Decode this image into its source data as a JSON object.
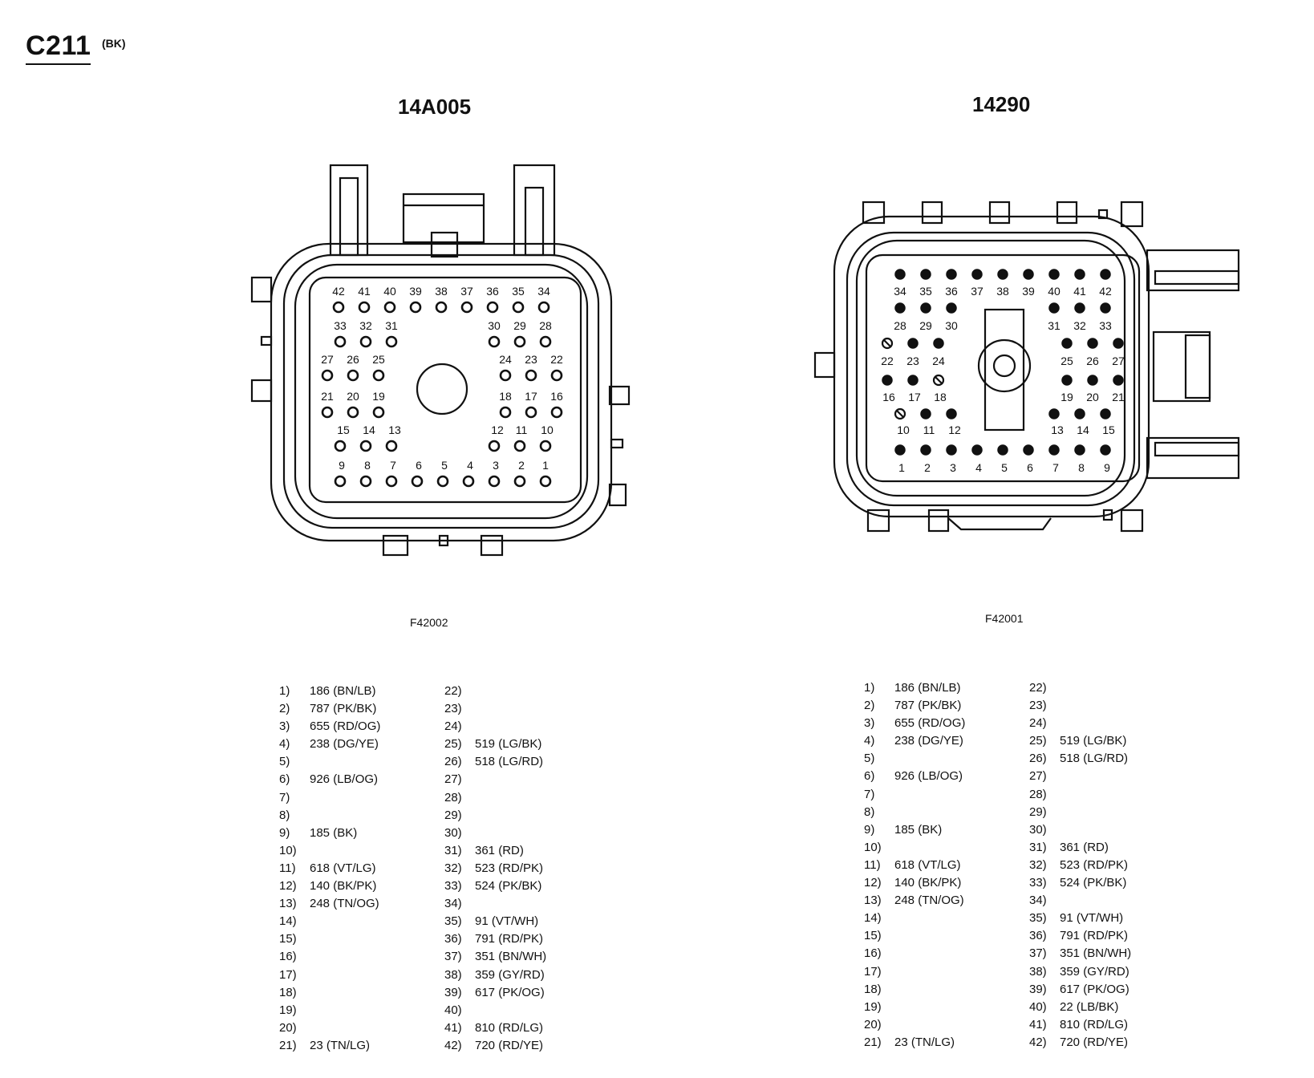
{
  "header": {
    "title": "C211",
    "color_code": "(BK)"
  },
  "connectors": [
    {
      "id": "14A005",
      "figure": "F42002",
      "pin_numbers": [
        "1",
        "2",
        "3",
        "4",
        "5",
        "6",
        "7",
        "8",
        "9",
        "10",
        "11",
        "12",
        "13",
        "14",
        "15",
        "16",
        "17",
        "18",
        "19",
        "20",
        "21",
        "22",
        "23",
        "24",
        "25",
        "26",
        "27",
        "28",
        "29",
        "30",
        "31",
        "32",
        "33",
        "34",
        "35",
        "36",
        "37",
        "38",
        "39",
        "40",
        "41",
        "42"
      ],
      "pins": [
        "186 (BN/LB)",
        "787 (PK/BK)",
        "655 (RD/OG)",
        "238 (DG/YE)",
        "",
        "926 (LB/OG)",
        "",
        "",
        "185 (BK)",
        "",
        "618 (VT/LG)",
        "140 (BK/PK)",
        "248 (TN/OG)",
        "",
        "",
        "",
        "",
        "",
        "",
        "",
        "23 (TN/LG)",
        "",
        "",
        "",
        "519 (LG/BK)",
        "518 (LG/RD)",
        "",
        "",
        "",
        "",
        "361 (RD)",
        "523 (RD/PK)",
        "524 (PK/BK)",
        "",
        "91 (VT/WH)",
        "791 (RD/PK)",
        "351 (BN/WH)",
        "359 (GY/RD)",
        "617 (PK/OG)",
        "",
        "810 (RD/LG)",
        "720 (RD/YE)"
      ]
    },
    {
      "id": "14290",
      "figure": "F42001",
      "pin_numbers": [
        "1",
        "2",
        "3",
        "4",
        "5",
        "6",
        "7",
        "8",
        "9",
        "10",
        "11",
        "12",
        "13",
        "14",
        "15",
        "16",
        "17",
        "18",
        "19",
        "20",
        "21",
        "22",
        "23",
        "24",
        "25",
        "26",
        "27",
        "28",
        "29",
        "30",
        "31",
        "32",
        "33",
        "34",
        "35",
        "36",
        "37",
        "38",
        "39",
        "40",
        "41",
        "42"
      ],
      "pins": [
        "186 (BN/LB)",
        "787 (PK/BK)",
        "655 (RD/OG)",
        "238 (DG/YE)",
        "",
        "926 (LB/OG)",
        "",
        "",
        "185 (BK)",
        "",
        "618 (VT/LG)",
        "140 (BK/PK)",
        "248 (TN/OG)",
        "",
        "",
        "",
        "",
        "",
        "",
        "",
        "23 (TN/LG)",
        "",
        "",
        "",
        "519 (LG/BK)",
        "518 (LG/RD)",
        "",
        "",
        "",
        "",
        "361 (RD)",
        "523 (RD/PK)",
        "524 (PK/BK)",
        "",
        "91 (VT/WH)",
        "791 (RD/PK)",
        "351 (BN/WH)",
        "359 (GY/RD)",
        "617 (PK/OG)",
        "22 (LB/BK)",
        "810 (RD/LG)",
        "720 (RD/YE)"
      ]
    }
  ]
}
